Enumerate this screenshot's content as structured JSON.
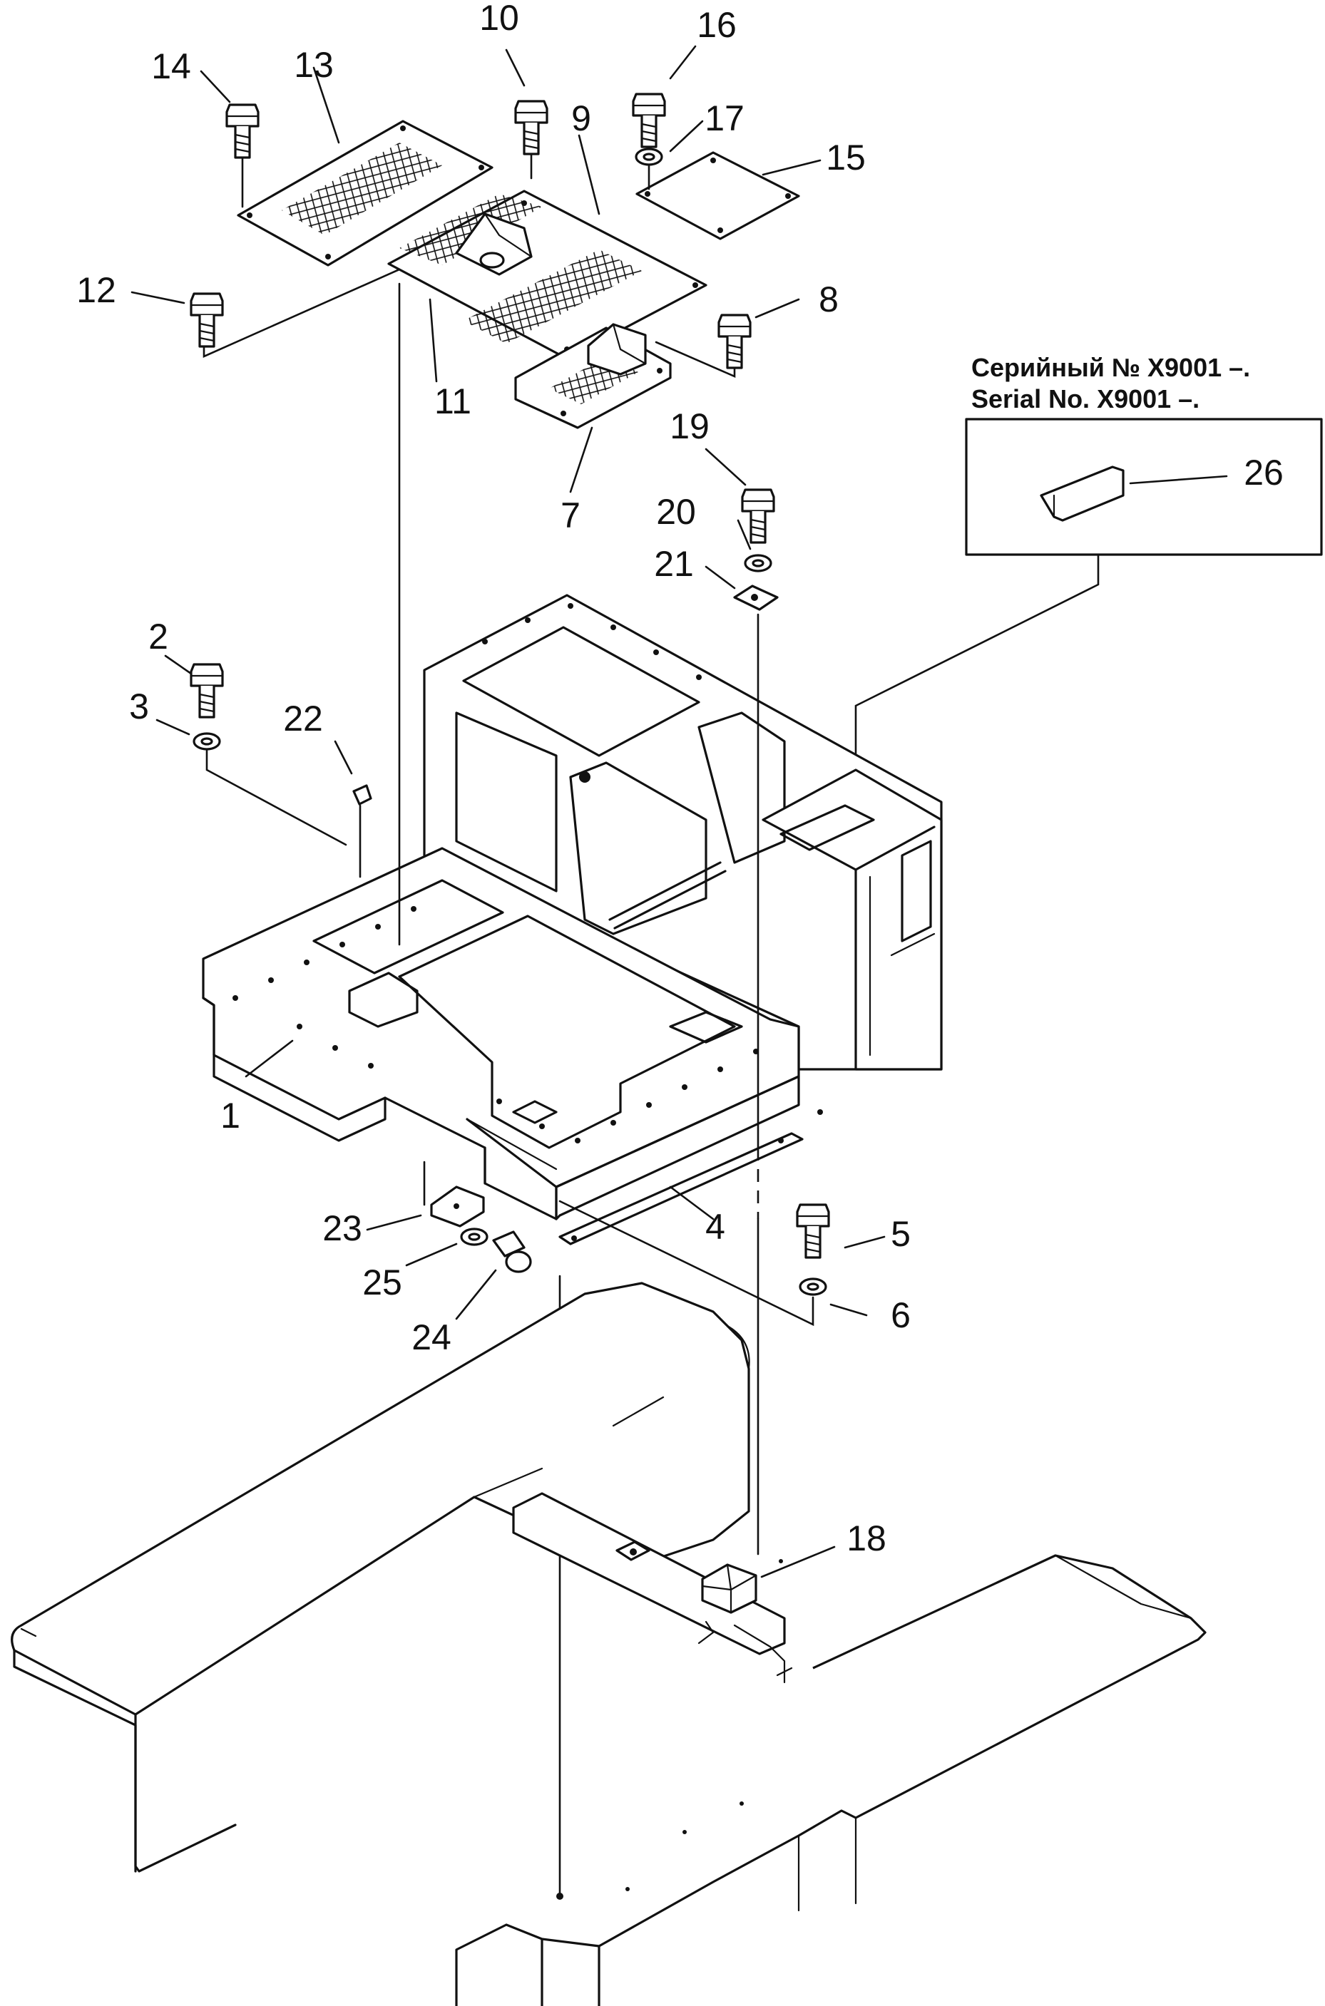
{
  "serial_note": {
    "line_ru": "Серийный № X9001 –.",
    "line_en": "Serial No. X9001 –."
  },
  "callouts": {
    "c1": "1",
    "c2": "2",
    "c3": "3",
    "c4": "4",
    "c5": "5",
    "c6": "6",
    "c7": "7",
    "c8": "8",
    "c9": "9",
    "c10": "10",
    "c11": "11",
    "c12": "12",
    "c13": "13",
    "c14": "14",
    "c15": "15",
    "c16": "16",
    "c17": "17",
    "c18": "18",
    "c19": "19",
    "c20": "20",
    "c21": "21",
    "c22": "22",
    "c23": "23",
    "c24": "24",
    "c25": "25",
    "c26": "26"
  }
}
